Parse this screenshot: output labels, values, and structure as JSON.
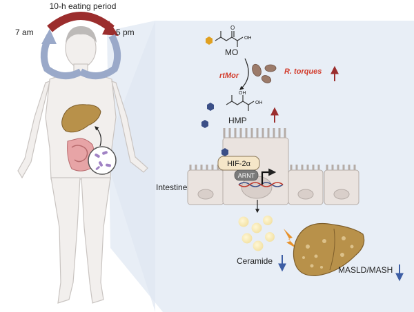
{
  "schedule": {
    "title": "10-h eating period",
    "start_time": "7 am",
    "end_time": "5 pm"
  },
  "metabolites": {
    "mo": "MO",
    "hmp": "HMP",
    "mo_smiles_o1": "O",
    "mo_smiles_oh": "OH",
    "hmp_oh_top": "OH",
    "hmp_oh_right": "OH"
  },
  "bacteria": {
    "enzyme": "rtMor",
    "species": "R. torques"
  },
  "signaling": {
    "hif": "HIF-2α",
    "arnt": "ARNT"
  },
  "tissue": {
    "intestine": "Intestine"
  },
  "outcomes": {
    "ceramide": "Ceramide",
    "disease": "MASLD/MASH"
  },
  "colors": {
    "arc_start": "#9aa9c9",
    "arc_end": "#9b2d2d",
    "panel_bg": "#e8eef6",
    "red_text": "#d23a2a",
    "up_arrow": "#9b2d2d",
    "down_arrow": "#3d5ea5",
    "liver": "#b8914a",
    "cell": "#eae3df"
  },
  "icons": [
    "clock-arc",
    "up-arrow-icon",
    "down-arrow-icon",
    "lightning-icon",
    "hexagon-icon",
    "bacteria-icon",
    "liver-icon",
    "dna-icon"
  ]
}
